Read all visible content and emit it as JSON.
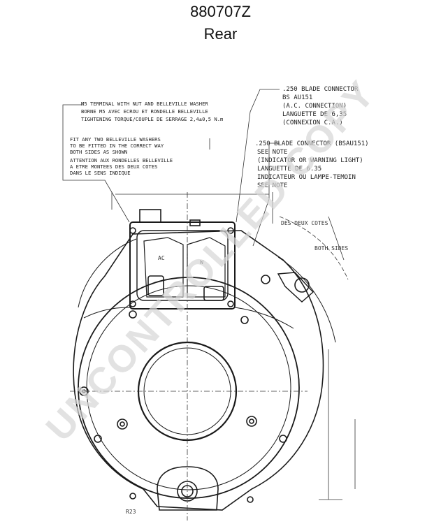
{
  "title": "880707Z",
  "subtitle": "Rear",
  "watermark": "UNCONTROLLED COPY",
  "notes": {
    "left": [
      "M5 TERMINAL WITH NUT AND BELLEVILLE WASHER",
      "BORNE M5 AVEC ECROU ET RONDELLE BELLEVILLE",
      "TIGHTENING TORQUE/COUPLE DE SERRAGE 2,4±0,5 N.m",
      "FIT ANY TWO BELLEVILLE WASHERS",
      "TO BE FITTED IN THE CORRECT WAY",
      "BOTH SIDES AS SHOWN",
      "ATTENTION AUX RONDELLES BELLEVILLE",
      "A ETRE MONTEES DES DEUX COTES",
      "DANS LE SENS INDIQUE"
    ],
    "right_a": [
      ".250 BLADE CONNECTOR",
      "BS AU151",
      "(A.C. CONNECTION)",
      "LANGUETTE DE 6,35",
      "(CONNEXION C.A.)"
    ],
    "right_b": [
      ".250 BLADE CONNECTOR (BSAU151)",
      "SEE NOTE",
      "(INDICATOR OR WARNING LIGHT)",
      "LANGUETTE DE 6.35",
      "INDICATEUR OU LAMPE-TEMOIN",
      "SEE NOTE"
    ],
    "small": [
      "DES DEUX COTES",
      "BOTH SIDES",
      "AC",
      "W"
    ],
    "bottom_code": "R23"
  },
  "colors": {
    "line": "#1a1a1a",
    "watermark": "#d6d6d6"
  }
}
